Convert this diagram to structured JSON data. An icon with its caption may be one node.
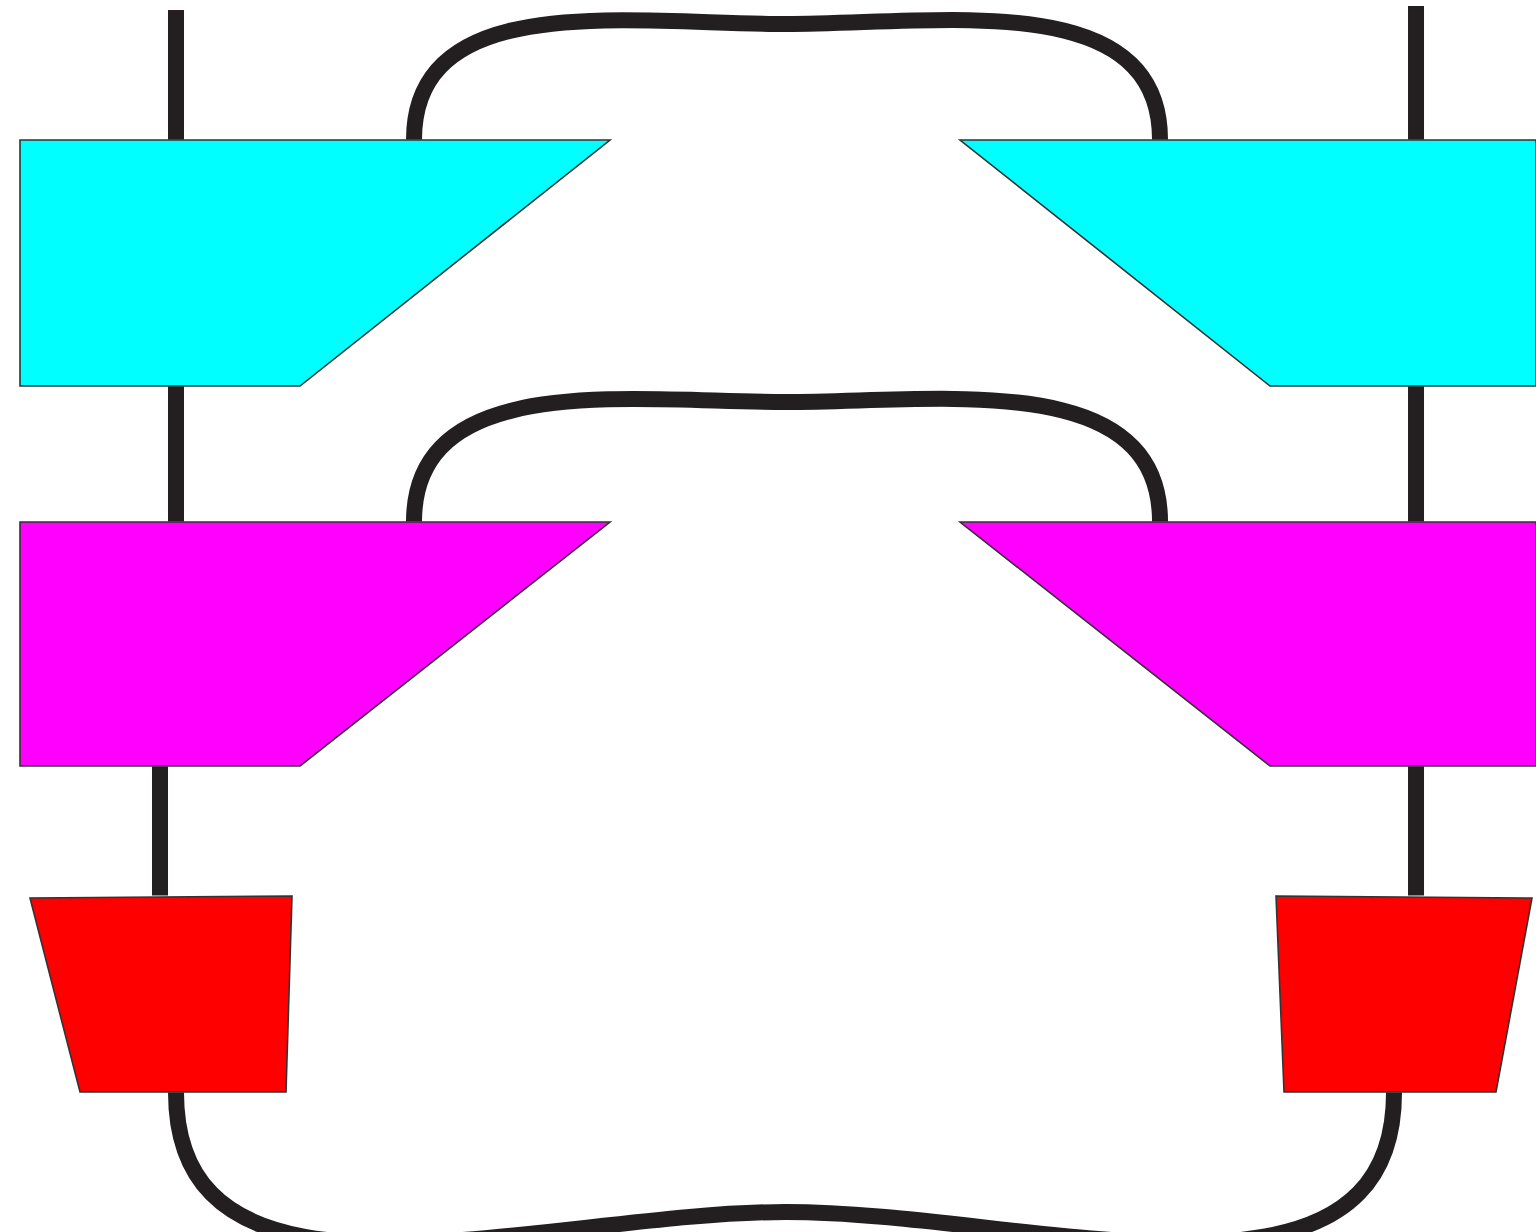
{
  "diagram": {
    "nodes": [
      {
        "text": [],
        "shape": "trapezoid"
      },
      {
        "text": [],
        "shape": "trapezoid"
      },
      {
        "text": [],
        "shape": "trapezoid"
      },
      {
        "text": [],
        "shape": "trapezoid"
      },
      {
        "text": [],
        "shape": "trapezoid"
      },
      {
        "text": [],
        "shape": "trapezoid"
      }
    ],
    "edges": [
      {
        "from": null,
        "to": 0,
        "arrow": "none"
      },
      {
        "from": null,
        "to": 1,
        "arrow": "none"
      },
      {
        "from": 0,
        "to": 1,
        "arrow": "none"
      },
      {
        "from": 0,
        "to": 2,
        "arrow": "none"
      },
      {
        "from": 1,
        "to": 3,
        "arrow": "none"
      },
      {
        "from": 2,
        "to": 3,
        "arrow": "none"
      },
      {
        "from": 2,
        "to": 4,
        "arrow": "none"
      },
      {
        "from": 3,
        "to": 5,
        "arrow": "none"
      },
      {
        "from": 4,
        "to": 5,
        "arrow": "none"
      }
    ]
  }
}
